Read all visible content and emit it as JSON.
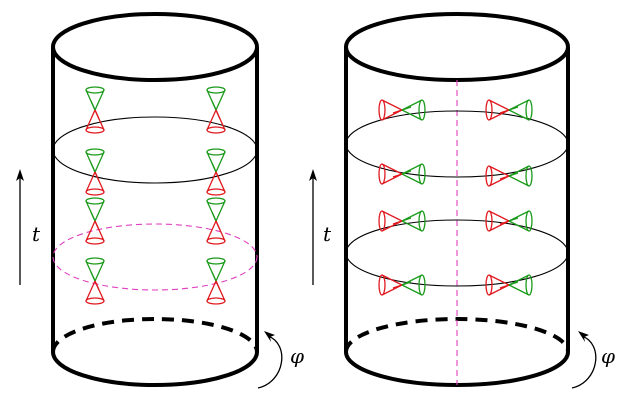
{
  "labels": {
    "time": "t",
    "angle": "φ"
  },
  "colors": {
    "outline": "#000000",
    "future_cone": "#1a9a1a",
    "past_cone": "#e0191f",
    "highlight": "#e040c0"
  },
  "panels": [
    {
      "name": "left-cylinder",
      "cone_orientation": "vertical"
    },
    {
      "name": "right-cylinder",
      "cone_orientation": "horizontal"
    }
  ]
}
